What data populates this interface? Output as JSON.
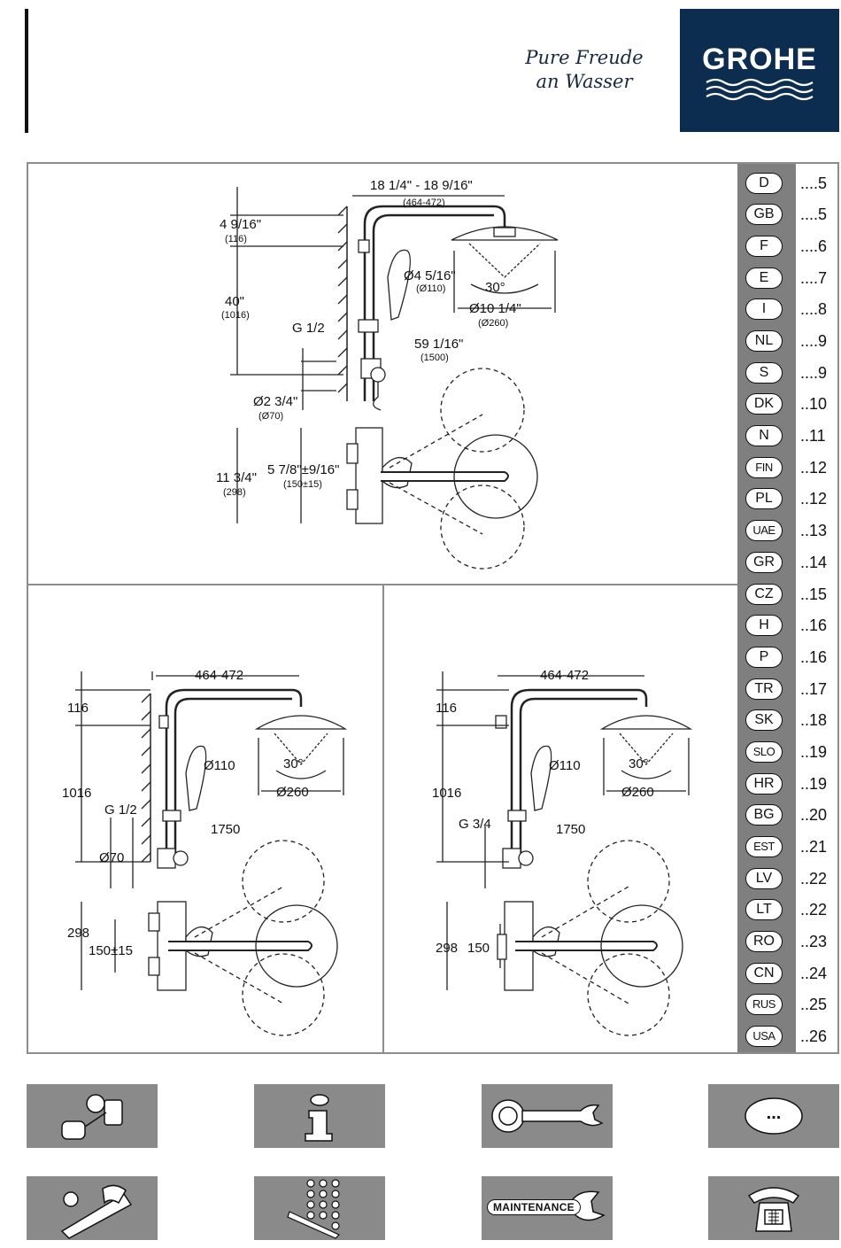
{
  "header": {
    "tagline_line1": "Pure Freude",
    "tagline_line2": "an Wasser",
    "brand": "GROHE"
  },
  "diagram_top": {
    "width_range": "18 1/4\" - 18 9/16\"",
    "width_mm": "(464-472)",
    "top_offset": "4 9/16\"",
    "top_offset_mm": "(116)",
    "height": "40\"",
    "height_mm": "(1016)",
    "thread": "G 1/2",
    "pipe_dia": "Ø2 3/4\"",
    "pipe_dia_mm": "(Ø70)",
    "handshower_dia": "Ø4 5/16\"",
    "handshower_dia_mm": "(Ø110)",
    "angle": "30°",
    "head_dia": "Ø10 1/4\"",
    "head_dia_mm": "(Ø260)",
    "hose": "59 1/16\"",
    "hose_mm": "(1500)",
    "thermo_height": "11 3/4\"",
    "thermo_height_mm": "(298)",
    "inlet_spacing": "5 7/8\"±9/16\"",
    "inlet_spacing_mm": "(150±15)"
  },
  "diagram_left": {
    "width_range": "464-472",
    "top_offset": "116",
    "height": "1016",
    "thread": "G 1/2",
    "pipe_dia": "Ø70",
    "handshower_dia": "Ø110",
    "angle": "30°",
    "head_dia": "Ø260",
    "hose": "1750",
    "thermo_height": "298",
    "inlet_spacing": "150±15"
  },
  "diagram_right": {
    "width_range": "464-472",
    "top_offset": "116",
    "height": "1016",
    "thread": "G 3/4",
    "handshower_dia": "Ø110",
    "angle": "30°",
    "head_dia": "Ø260",
    "hose": "1750",
    "thermo_height": "298",
    "inlet_spacing": "150"
  },
  "languages": [
    {
      "code": "D",
      "page": "....5"
    },
    {
      "code": "GB",
      "page": "....5"
    },
    {
      "code": "F",
      "page": "....6"
    },
    {
      "code": "E",
      "page": "....7"
    },
    {
      "code": "I",
      "page": "....8"
    },
    {
      "code": "NL",
      "page": "....9"
    },
    {
      "code": "S",
      "page": "....9"
    },
    {
      "code": "DK",
      "page": "..10"
    },
    {
      "code": "N",
      "page": "..11"
    },
    {
      "code": "FIN",
      "page": "..12"
    },
    {
      "code": "PL",
      "page": "..12"
    },
    {
      "code": "UAE",
      "page": "..13"
    },
    {
      "code": "GR",
      "page": "..14"
    },
    {
      "code": "CZ",
      "page": "..15"
    },
    {
      "code": "H",
      "page": "..16"
    },
    {
      "code": "P",
      "page": "..16"
    },
    {
      "code": "TR",
      "page": "..17"
    },
    {
      "code": "SK",
      "page": "..18"
    },
    {
      "code": "SLO",
      "page": "..19"
    },
    {
      "code": "HR",
      "page": "..19"
    },
    {
      "code": "BG",
      "page": "..20"
    },
    {
      "code": "EST",
      "page": "..21"
    },
    {
      "code": "LV",
      "page": "..22"
    },
    {
      "code": "LT",
      "page": "..22"
    },
    {
      "code": "RO",
      "page": "..23"
    },
    {
      "code": "CN",
      "page": "..24"
    },
    {
      "code": "RUS",
      "page": "..25"
    },
    {
      "code": "USA",
      "page": "..26"
    }
  ],
  "icons": [
    {
      "name": "installation-parts-icon"
    },
    {
      "name": "information-icon"
    },
    {
      "name": "wrench-icon"
    },
    {
      "name": "more-icon",
      "label": "..."
    },
    {
      "name": "pipe-install-icon"
    },
    {
      "name": "spare-parts-icon"
    },
    {
      "name": "maintenance-icon",
      "label": "MAINTENANCE"
    },
    {
      "name": "phone-icon"
    }
  ],
  "colors": {
    "brand_blue": "#0c2d4f",
    "panel_gray": "#7f7f7f",
    "tile_gray": "#8a8a8a"
  }
}
